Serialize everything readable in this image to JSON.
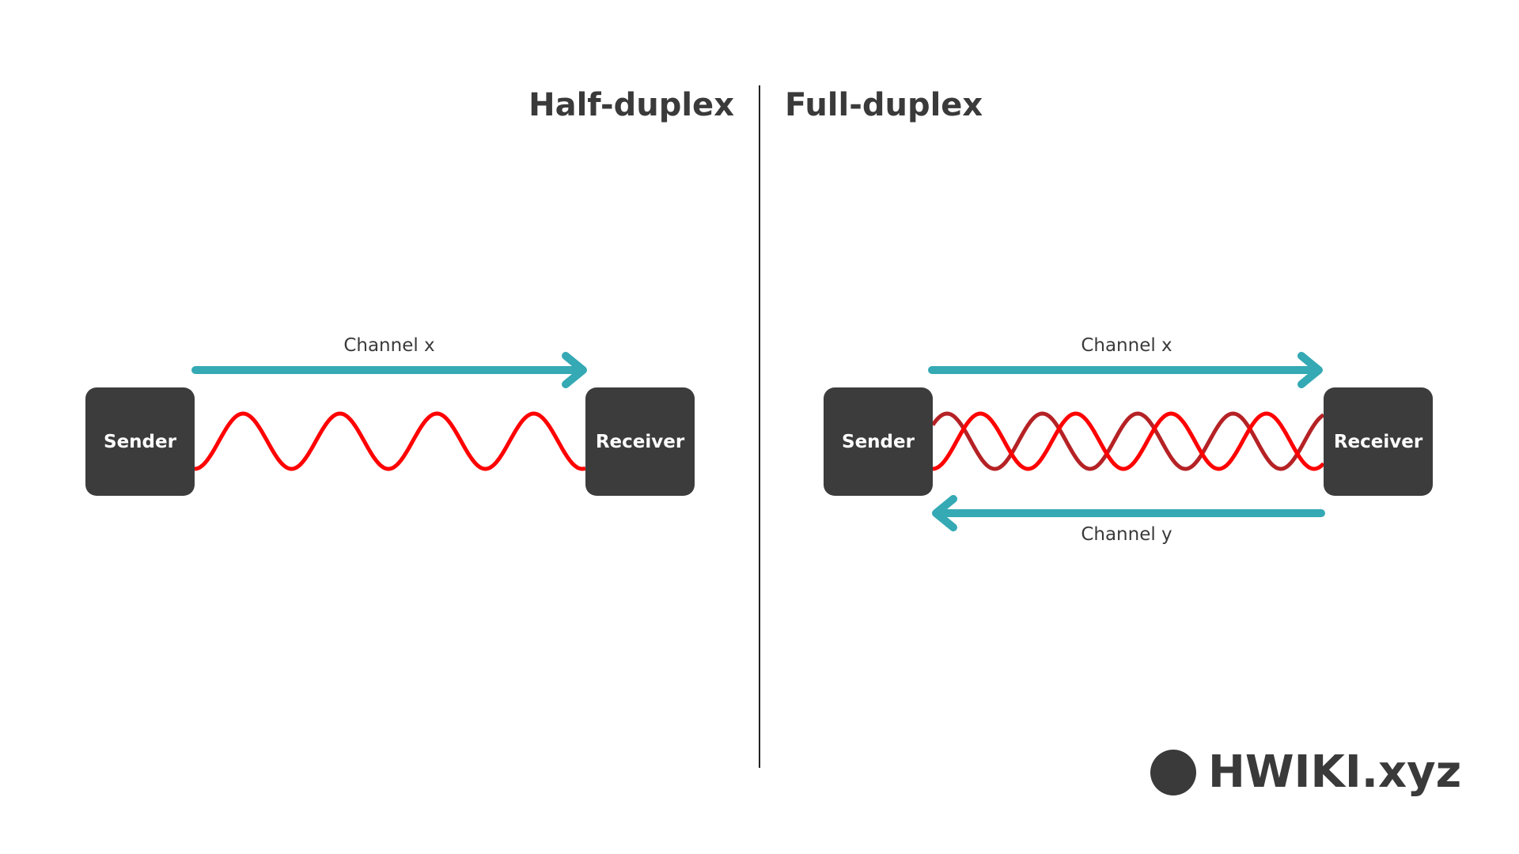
{
  "half_duplex": {
    "title": "Half-duplex",
    "sender": "Sender",
    "receiver": "Receiver",
    "channel_x": "Channel x"
  },
  "full_duplex": {
    "title": "Full-duplex",
    "sender": "Sender",
    "receiver": "Receiver",
    "channel_x": "Channel x",
    "channel_y": "Channel y"
  },
  "logo": {
    "text": "HWIKI.xyz"
  },
  "colors": {
    "box": "#3c3c3c",
    "arrow": "#35a9b4",
    "wave": "#ff0000",
    "wave_dark": "#b52225",
    "text": "#3a3a3a"
  }
}
